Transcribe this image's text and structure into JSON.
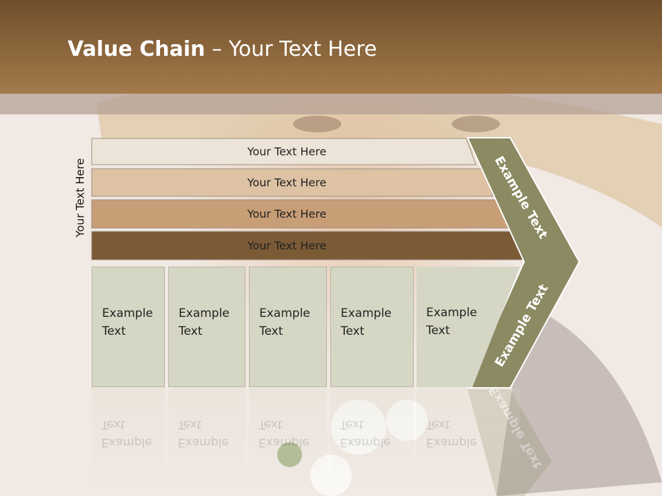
{
  "slide": {
    "title_bold": "Value Chain",
    "title_rest": " – Your Text Here",
    "side_label": "Your Text Here"
  },
  "rows": [
    {
      "label": "Your Text Here",
      "color": "#ede4d9"
    },
    {
      "label": "Your Text Here",
      "color": "#ddc2a4"
    },
    {
      "label": "Your Text Here",
      "color": "#c89e76"
    },
    {
      "label": "Your Text Here",
      "color": "#7b5a36"
    }
  ],
  "chevron": {
    "color": "#8b8a63",
    "top_label": "Example Text",
    "bottom_label": "Example Text"
  },
  "boxes": [
    {
      "line1": "Example",
      "line2": "Text"
    },
    {
      "line1": "Example",
      "line2": "Text"
    },
    {
      "line1": "Example",
      "line2": "Text"
    },
    {
      "line1": "Example",
      "line2": "Text"
    },
    {
      "line1": "Example",
      "line2": "Text"
    }
  ],
  "colors": {
    "header": "#8f6a40",
    "box": "#d6d6c4"
  }
}
